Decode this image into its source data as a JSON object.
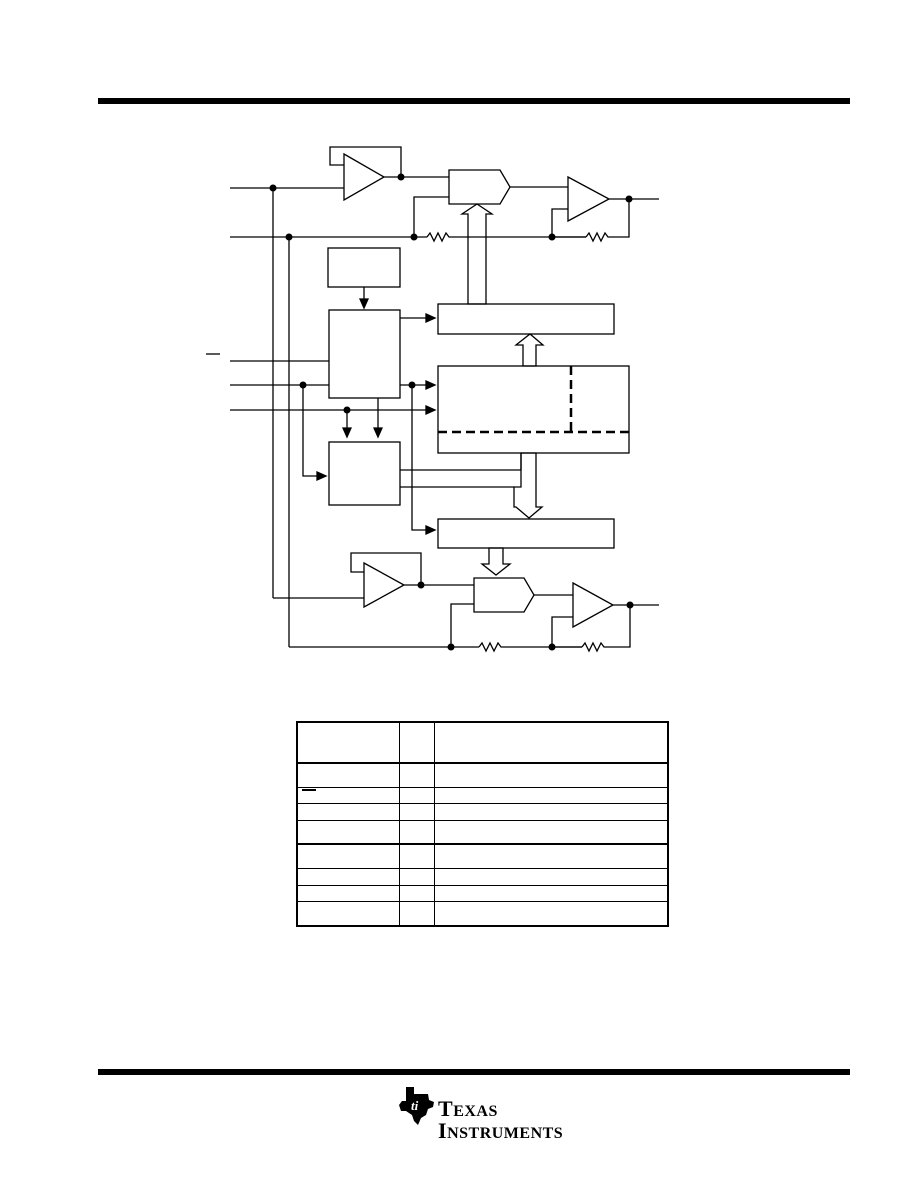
{
  "footer": {
    "logo": {
      "name": "texas-instruments-logo",
      "line1": "TEXAS",
      "line2": "INSTRUMENTS"
    }
  },
  "pin_table": {
    "columns": 3,
    "rows": 8,
    "cells_text": "",
    "overbar_row": 1
  }
}
